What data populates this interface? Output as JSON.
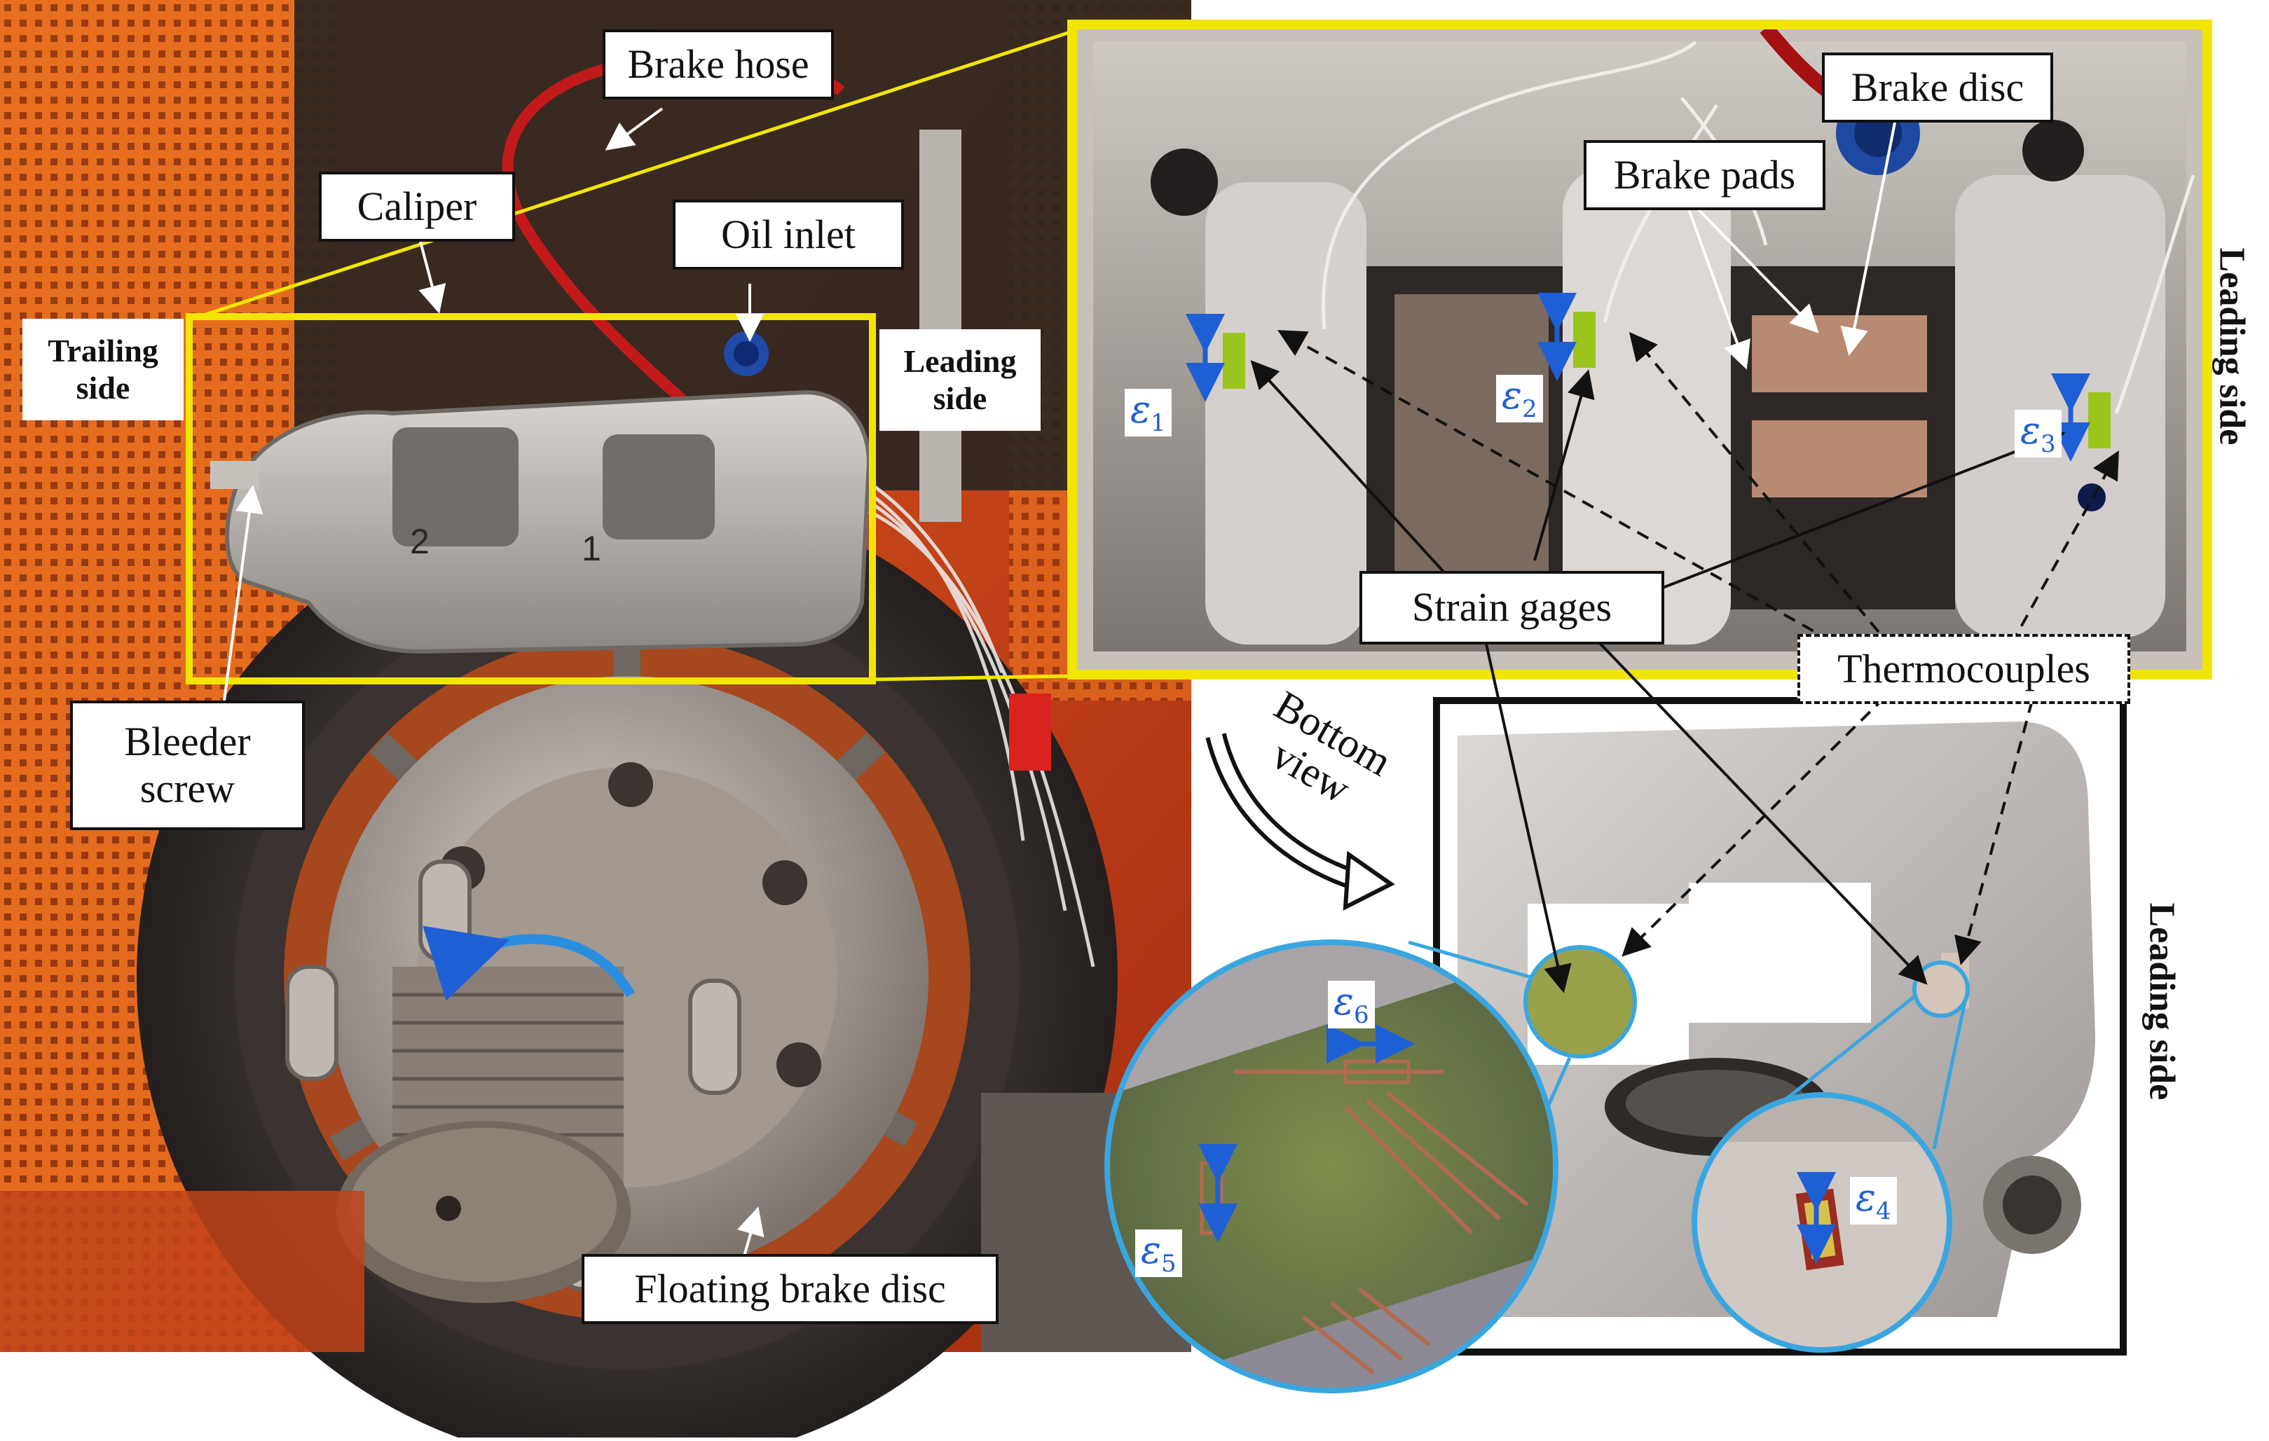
{
  "labels": {
    "brake_hose": "Brake hose",
    "caliper": "Caliper",
    "oil_inlet": "Oil inlet",
    "trailing_side": "Trailing\nside",
    "leading_side_left": "Leading\nside",
    "bleeder_screw": "Bleeder\nscrew",
    "floating_brake_disc": "Floating brake disc",
    "brake_disc": "Brake disc",
    "brake_pads": "Brake pads",
    "strain_gages": "Strain gages",
    "thermocouples": "Thermocouples",
    "bottom_view": "Bottom\nview",
    "leading_side_top": "Leading side",
    "leading_side_bottom": "Leading side"
  },
  "strain": {
    "e1": "1",
    "e2": "2",
    "e3": "3",
    "e4": "4",
    "e5": "5",
    "e6": "6",
    "symbol": "ε"
  },
  "colors": {
    "highlight_box": "#f2e600",
    "circle_outline": "#3aa6e0",
    "strain_arrow": "#1e5fd6",
    "rotation_arrow": "#2a8ee0",
    "frame_orange": "#e8641a"
  }
}
